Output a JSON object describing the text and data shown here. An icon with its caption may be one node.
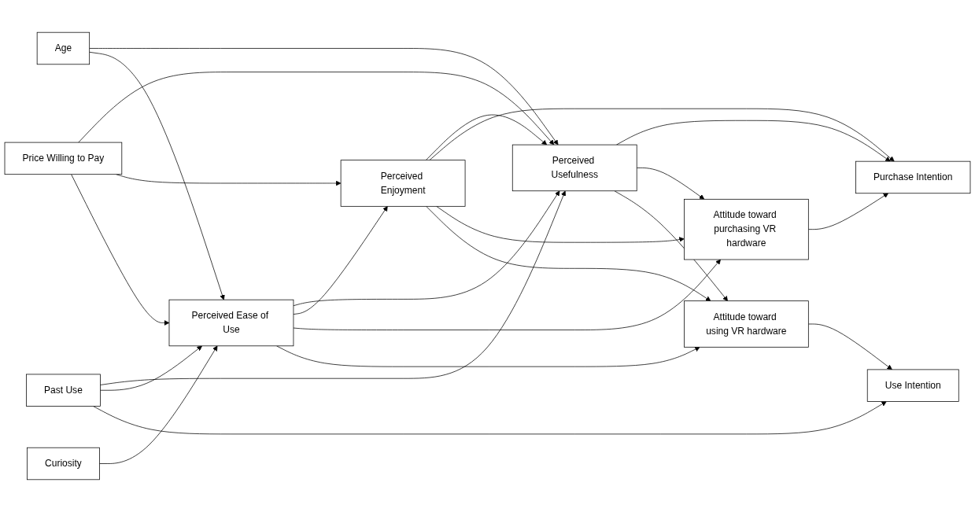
{
  "diagram": {
    "nodes": [
      {
        "text": [
          "Age"
        ]
      },
      {
        "text": [
          "Past Use"
        ]
      },
      {
        "text": [
          "Price Willing to Pay"
        ]
      },
      {
        "text": [
          "Curiosity"
        ]
      },
      {
        "text": [
          "Perceived Usefulness"
        ]
      },
      {
        "text": [
          "Perceived Enjoyment"
        ]
      },
      {
        "text": [
          "Perceived Ease of Use"
        ]
      },
      {
        "text": [
          "Attitude toward purchasing VR hardware"
        ]
      },
      {
        "text": [
          "Attitude toward using VR hardware"
        ]
      },
      {
        "text": [
          "Purchase Intention"
        ]
      },
      {
        "text": [
          "Use Intention"
        ]
      }
    ],
    "edges": [
      {
        "from": 0,
        "to": 4,
        "arrow": "to"
      },
      {
        "from": 1,
        "to": 4,
        "arrow": "to"
      },
      {
        "from": 0,
        "to": 6,
        "arrow": "to"
      },
      {
        "from": 1,
        "to": 6,
        "arrow": "to"
      },
      {
        "from": 1,
        "to": 10,
        "arrow": "to"
      },
      {
        "from": 2,
        "to": 4,
        "arrow": "to"
      },
      {
        "from": 2,
        "to": 5,
        "arrow": "to"
      },
      {
        "from": 2,
        "to": 6,
        "arrow": "to"
      },
      {
        "from": 3,
        "to": 6,
        "arrow": "to"
      },
      {
        "from": 6,
        "to": 4,
        "arrow": "to"
      },
      {
        "from": 5,
        "to": 4,
        "arrow": "to"
      },
      {
        "from": 6,
        "to": 5,
        "arrow": "to"
      },
      {
        "from": 4,
        "to": 9,
        "arrow": "to"
      },
      {
        "from": 5,
        "to": 9,
        "arrow": "to"
      },
      {
        "from": 4,
        "to": 7,
        "arrow": "to"
      },
      {
        "from": 4,
        "to": 8,
        "arrow": "to"
      },
      {
        "from": 5,
        "to": 7,
        "arrow": "to"
      },
      {
        "from": 5,
        "to": 8,
        "arrow": "to"
      },
      {
        "from": 6,
        "to": 7,
        "arrow": "to"
      },
      {
        "from": 6,
        "to": 8,
        "arrow": "to"
      },
      {
        "from": 7,
        "to": 9,
        "arrow": "to"
      },
      {
        "from": 8,
        "to": 10,
        "arrow": "to"
      }
    ]
  }
}
